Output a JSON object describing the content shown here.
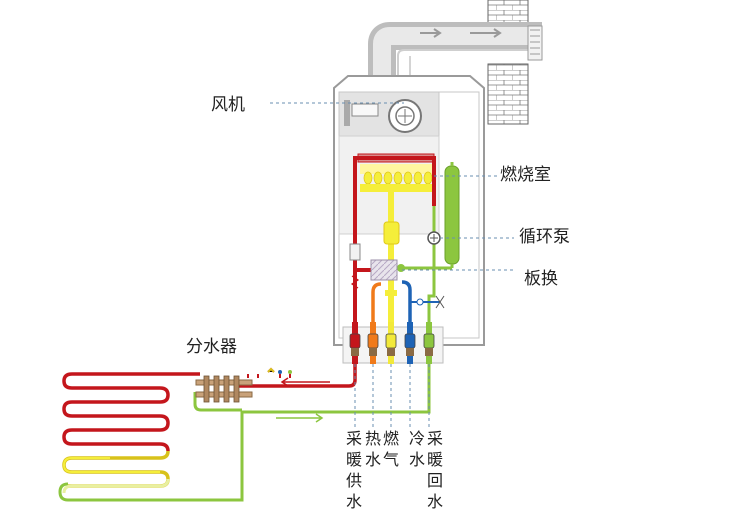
{
  "labels": {
    "fan": "风机",
    "combustion_chamber": "燃烧室",
    "pump": "循环泵",
    "plate_exchanger": "板换",
    "manifold": "分水器"
  },
  "ports": [
    {
      "text": "采暖供水",
      "color": "#c4161c"
    },
    {
      "text": "热水",
      "color": "#f07a1a"
    },
    {
      "text": "燃气",
      "color": "#f2e93a"
    },
    {
      "text": "冷水",
      "color": "#1e63b5"
    },
    {
      "text": "采暖回水",
      "color": "#8cc63f"
    }
  ],
  "colors": {
    "supply": "#c4161c",
    "hot_water": "#f07a1a",
    "gas": "#f5ee3a",
    "cold_water": "#1e63b5",
    "return": "#8cc63f",
    "casing": "#9a9a9a",
    "flue": "#b9b9b9"
  }
}
